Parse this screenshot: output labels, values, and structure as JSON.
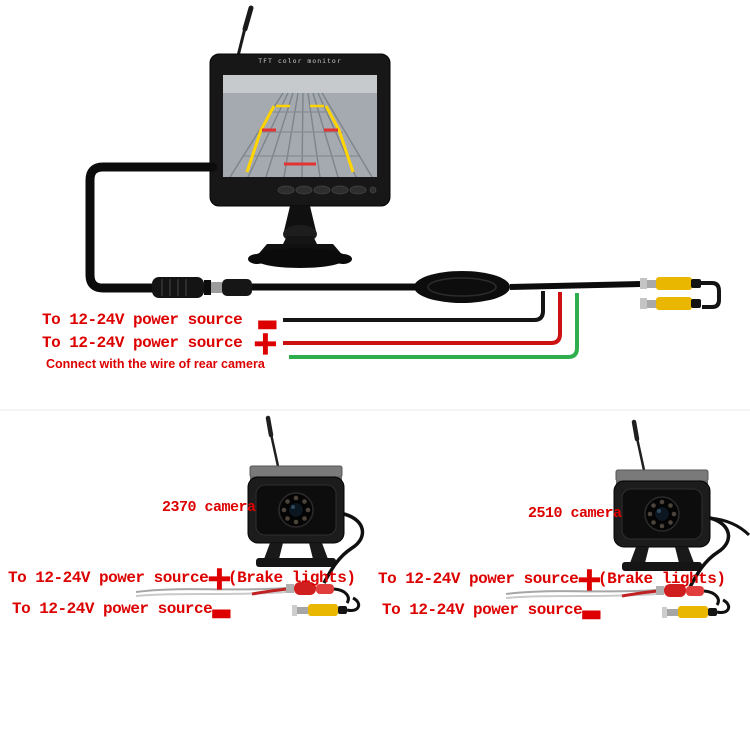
{
  "monitor": {
    "brand": "TFT color monitor"
  },
  "top_wiring": {
    "rows": [
      {
        "label": "To 12-24V power source",
        "symbol": "▬",
        "wire_color": "#141414"
      },
      {
        "label": "To 12-24V power source",
        "symbol": "+",
        "wire_color": "#cc1111"
      },
      {
        "label": "Connect with the wire of rear camera",
        "wire_color": "#2fae4e"
      }
    ]
  },
  "cameras": [
    {
      "label": "2370 camera",
      "rows": [
        {
          "label": "To 12-24V power source",
          "symbol": "+",
          "note": "(Brake lights)"
        },
        {
          "label": "To 12-24V power source",
          "symbol": "▬"
        }
      ]
    },
    {
      "label": "2510 camera",
      "rows": [
        {
          "label": "To 12-24V power source",
          "symbol": "+",
          "note": "(Brake lights)"
        },
        {
          "label": "To 12-24V power source",
          "symbol": "▬"
        }
      ]
    }
  ],
  "colors": {
    "label_red": "#dd0000",
    "wire_black": "#141414",
    "wire_red": "#cc1111",
    "wire_green": "#2fae4e",
    "rca_yellow": "#e9b600"
  }
}
